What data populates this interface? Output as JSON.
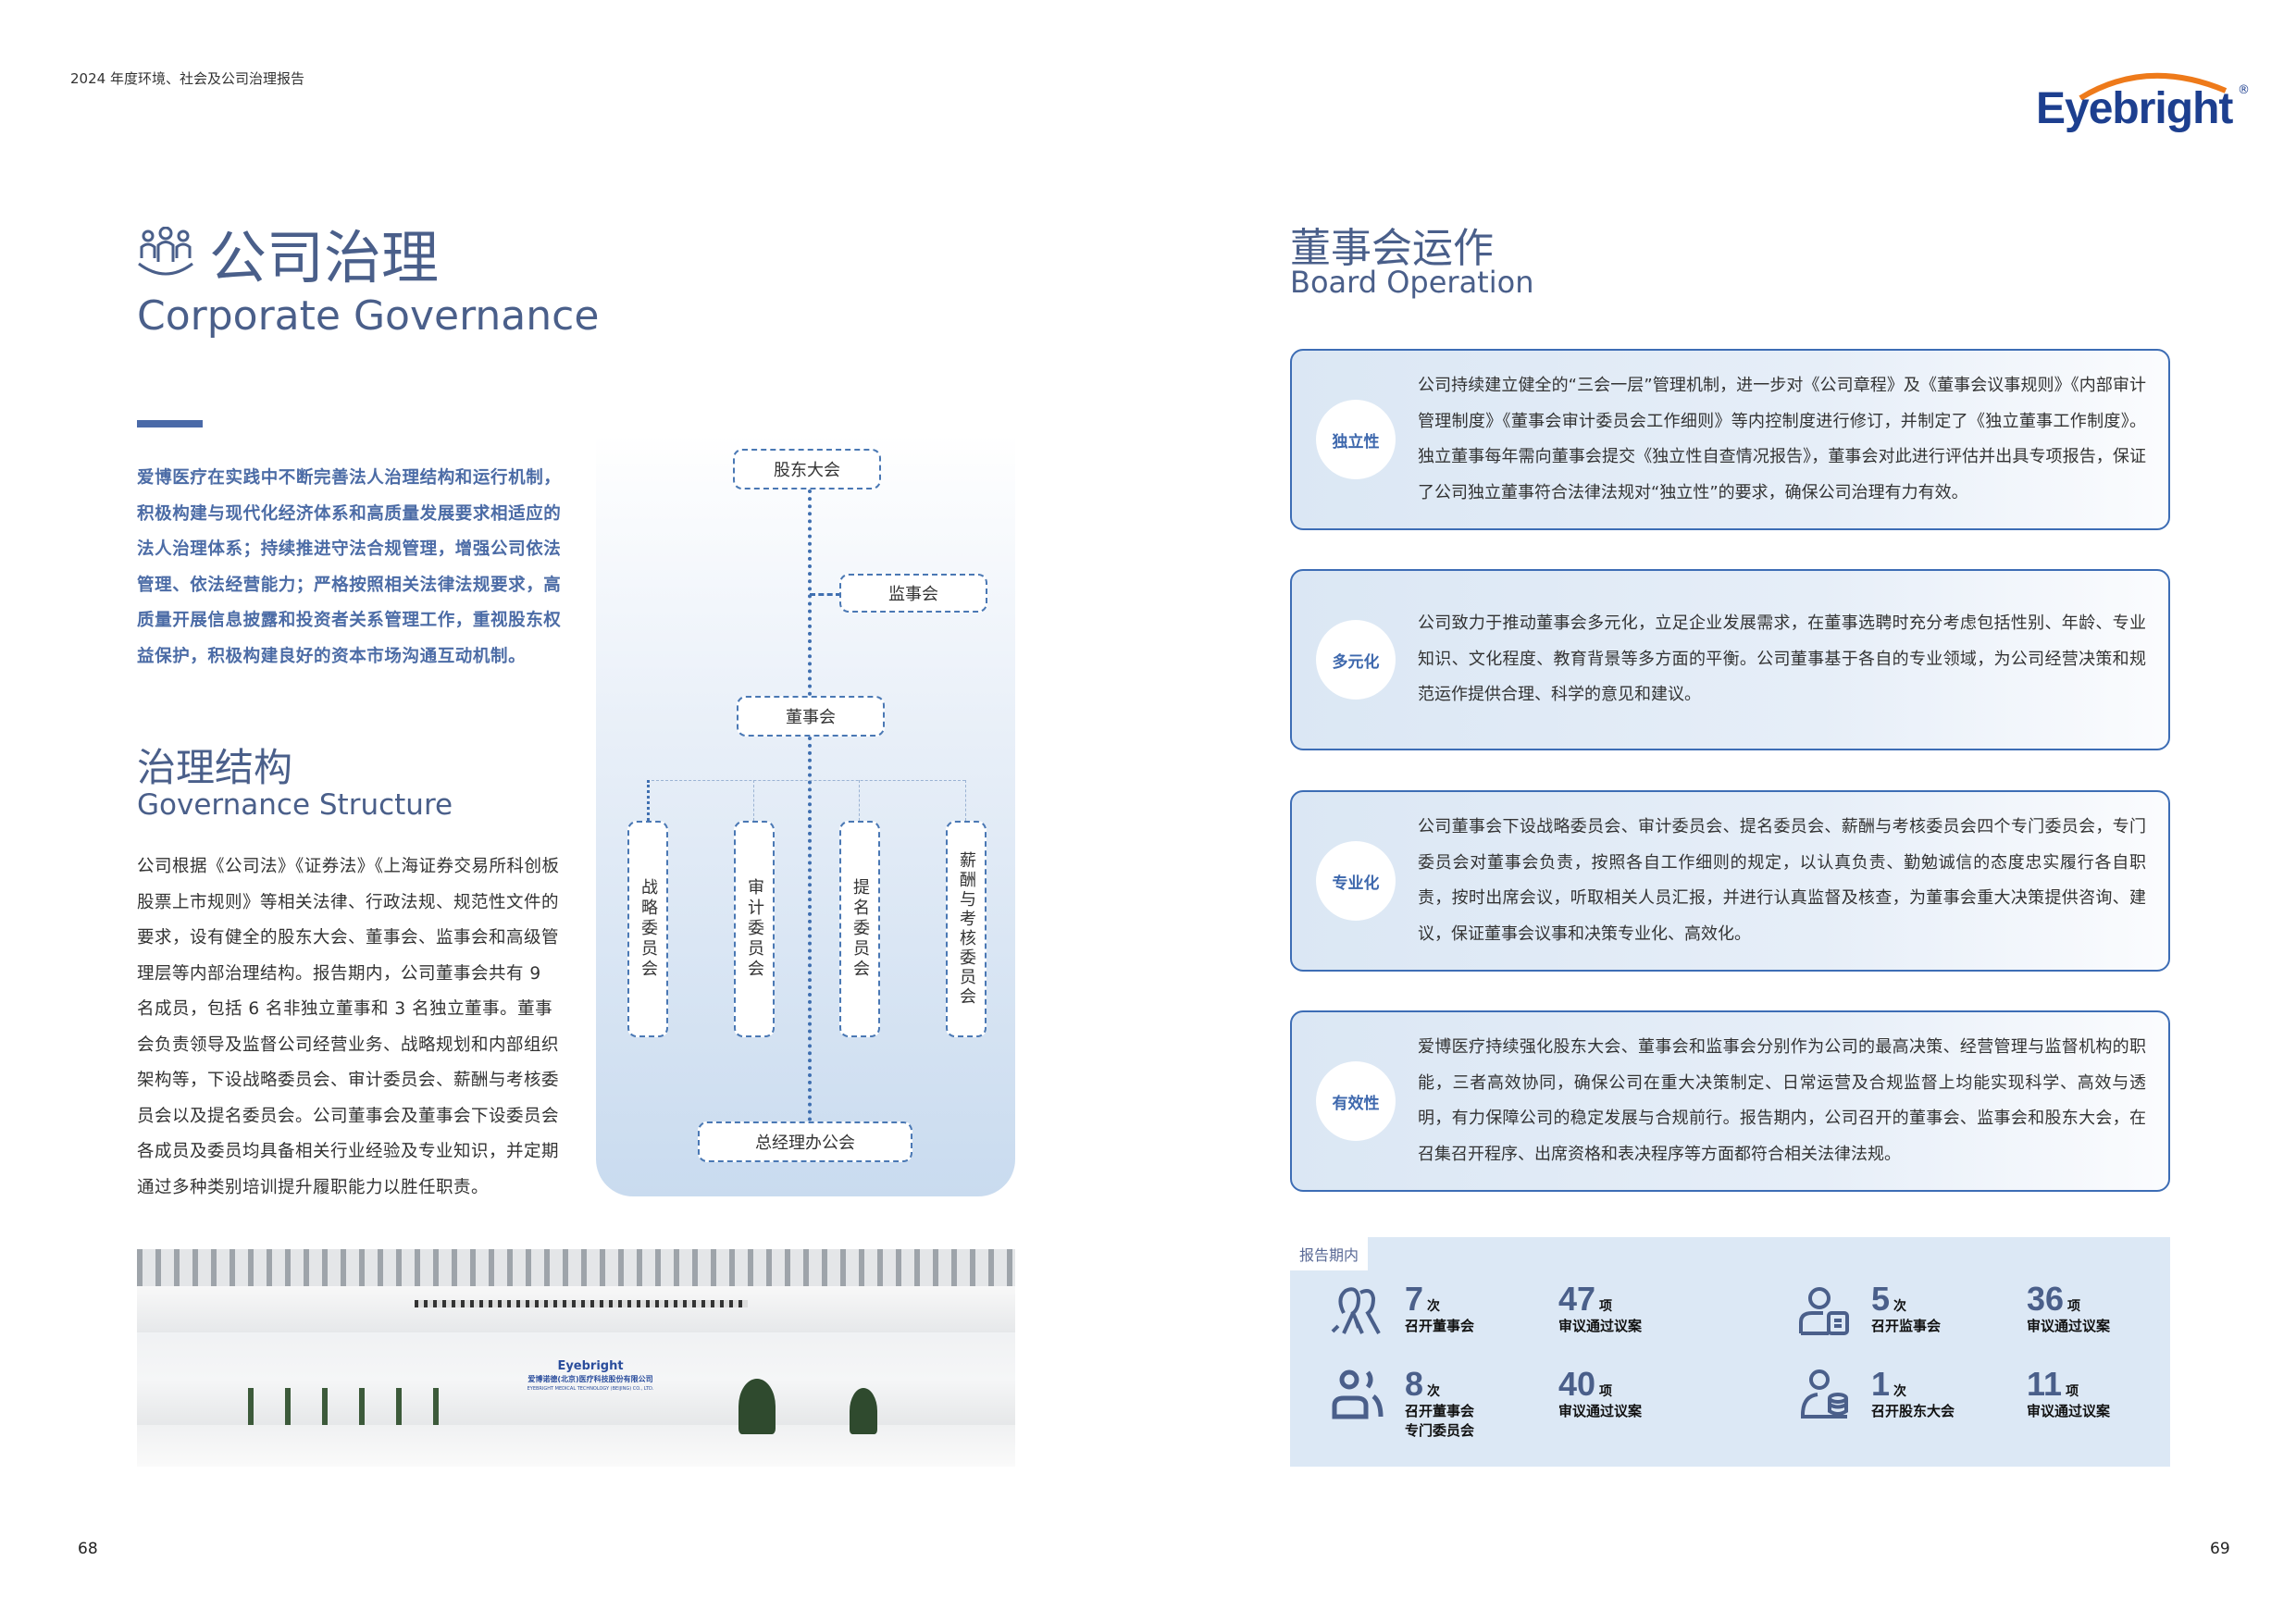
{
  "header": {
    "report_title": "2024 年度环境、社会及公司治理报告",
    "logo_text": "Eyebright",
    "logo_mark": "®"
  },
  "left": {
    "title_cn": "公司治理",
    "title_en": "Corporate Governance",
    "lead": "爱博医疗在实践中不断完善法人治理结构和运行机制，积极构建与现代化经济体系和高质量发展要求相适应的法人治理体系；持续推进守法合规管理，增强公司依法管理、依法经营能力；严格按照相关法律法规要求，高质量开展信息披露和投资者关系管理工作，重视股东权益保护，积极构建良好的资本市场沟通互动机制。",
    "sub_cn": "治理结构",
    "sub_en": "Governance Structure",
    "body": "公司根据《公司法》《证券法》《上海证券交易所科创板股票上市规则》等相关法律、行政法规、规范性文件的要求，设有健全的股东大会、董事会、监事会和高级管理层等内部治理结构。报告期内，公司董事会共有 9 名成员，包括 6 名非独立董事和 3 名独立董事。董事会负责领导及监督公司经营业务、战略规划和内部组织架构等，下设战略委员会、审计委员会、薪酬与考核委员会以及提名委员会。公司董事会及董事会下设委员会各成员及委员均具备相关行业经验及专业知识，并定期通过多种类别培训提升履职能力以胜任职责。",
    "org": {
      "shareholders": "股东大会",
      "supervisors": "监事会",
      "board": "董事会",
      "committees": [
        "战略委员会",
        "审计委员会",
        "提名委员会",
        "薪酬与考核委员会"
      ],
      "gm_office": "总经理办公会"
    },
    "photo_sign": {
      "brand": "Eyebright",
      "company_cn": "爱博诺德(北京)医疗科技股份有限公司",
      "company_en": "EYEBRIGHT MEDICAL TECHNOLOGY (BEIJING) CO., LTD."
    },
    "page_number": "68"
  },
  "right": {
    "title_cn": "董事会运作",
    "title_en": "Board Operation",
    "cards": [
      {
        "label": "独立性",
        "text": "公司持续建立健全的“三会一层”管理机制，进一步对《公司章程》及《董事会议事规则》《内部审计管理制度》《董事会审计委员会工作细则》等内控制度进行修订，并制定了《独立董事工作制度》。独立董事每年需向董事会提交《独立性自查情况报告》，董事会对此进行评估并出具专项报告，保证了公司独立董事符合法律法规对“独立性”的要求，确保公司治理有力有效。"
      },
      {
        "label": "多元化",
        "text": "公司致力于推动董事会多元化，立足企业发展需求，在董事选聘时充分考虑包括性别、年龄、专业知识、文化程度、教育背景等多方面的平衡。公司董事基于各自的专业领域，为公司经营决策和规范运作提供合理、科学的意见和建议。"
      },
      {
        "label": "专业化",
        "text": "公司董事会下设战略委员会、审计委员会、提名委员会、薪酬与考核委员会四个专门委员会，专门委员会对董事会负责，按照各自工作细则的规定，以认真负责、勤勉诚信的态度忠实履行各自职责，按时出席会议，听取相关人员汇报，并进行认真监督及核查，为董事会重大决策提供咨询、建议，保证董事会议事和决策专业化、高效化。"
      },
      {
        "label": "有效性",
        "text": "爱博医疗持续强化股东大会、董事会和监事会分别作为公司的最高决策、经营管理与监督机构的职能，三者高效协同，确保公司在重大决策制定、日常运营及合规监督上均能实现科学、高效与透明，有力保障公司的稳定发展与合规前行。报告期内，公司召开的董事会、监事会和股东大会，在召集召开程序、出席资格和表决程序等方面都符合相关法律法规。"
      }
    ],
    "stats": {
      "label": "报告期内",
      "items": [
        {
          "icon": "board-meeting-icon",
          "count": "7",
          "unit": "次",
          "desc": "召开董事会",
          "motions": "47",
          "motions_unit": "项",
          "motions_desc": "审议通过议案"
        },
        {
          "icon": "committee-icon",
          "count": "8",
          "unit": "次",
          "desc": "召开董事会专门委员会",
          "motions": "40",
          "motions_unit": "项",
          "motions_desc": "审议通过议案"
        },
        {
          "icon": "supervisor-icon",
          "count": "5",
          "unit": "次",
          "desc": "召开监事会",
          "motions": "36",
          "motions_unit": "项",
          "motions_desc": "审议通过议案"
        },
        {
          "icon": "shareholder-icon",
          "count": "1",
          "unit": "次",
          "desc": "召开股东大会",
          "motions": "11",
          "motions_unit": "项",
          "motions_desc": "审议通过议案"
        }
      ]
    },
    "page_number": "69"
  },
  "colors": {
    "primary": "#4a5f8a",
    "accent": "#3d6db5",
    "logo_blue": "#1d3f8f",
    "logo_orange": "#ee7a1a",
    "panel": "#dce8f5"
  }
}
